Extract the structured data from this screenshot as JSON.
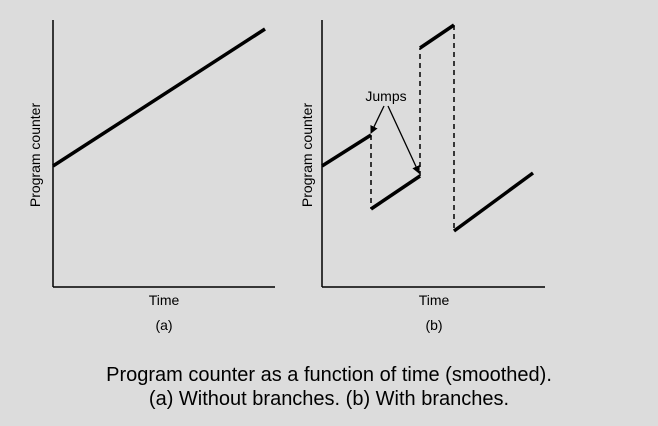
{
  "panel_a": {
    "ylabel": "Program counter",
    "xlabel": "Time",
    "sublabel": "(a)"
  },
  "panel_b": {
    "ylabel": "Program counter",
    "xlabel": "Time",
    "sublabel": "(b)",
    "annotation": "Jumps"
  },
  "caption": {
    "line1": "Program counter as a function of time (smoothed).",
    "line2": "(a) Without branches. (b) With branches."
  }
}
